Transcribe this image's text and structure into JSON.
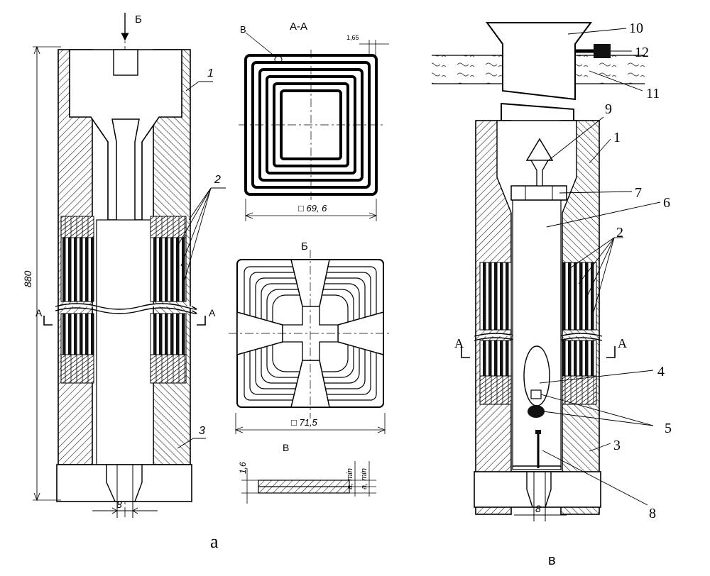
{
  "labels": {
    "arrow_b_top": "Б",
    "dim_height": "880",
    "dim_bottom_a": "8",
    "num_1_a": "1",
    "num_2_a": "2",
    "num_3_a": "3",
    "section_a_left_a": "А",
    "section_a_right_a": "А",
    "caption_a": "а",
    "title_aa": "А-А",
    "label_v_on_aa": "В",
    "dim_165": "1,65",
    "dim_696": "□ 69, 6",
    "title_b": "Б",
    "dim_715": "□ 71,5",
    "title_v": "В",
    "dim_16": "1,6",
    "dim_amin_1": "a, min",
    "dim_amin_2": "a, min",
    "num_10": "10",
    "num_12": "12",
    "num_11": "11",
    "num_9": "9",
    "num_1_b": "1",
    "num_7": "7",
    "num_6": "6",
    "num_2_b": "2",
    "section_a_left_b": "А",
    "section_a_right_b": "А",
    "num_4": "4",
    "num_5": "5",
    "num_3_b": "3",
    "num_8": "8",
    "dim_bottom_b": "8",
    "caption_b": "в"
  }
}
